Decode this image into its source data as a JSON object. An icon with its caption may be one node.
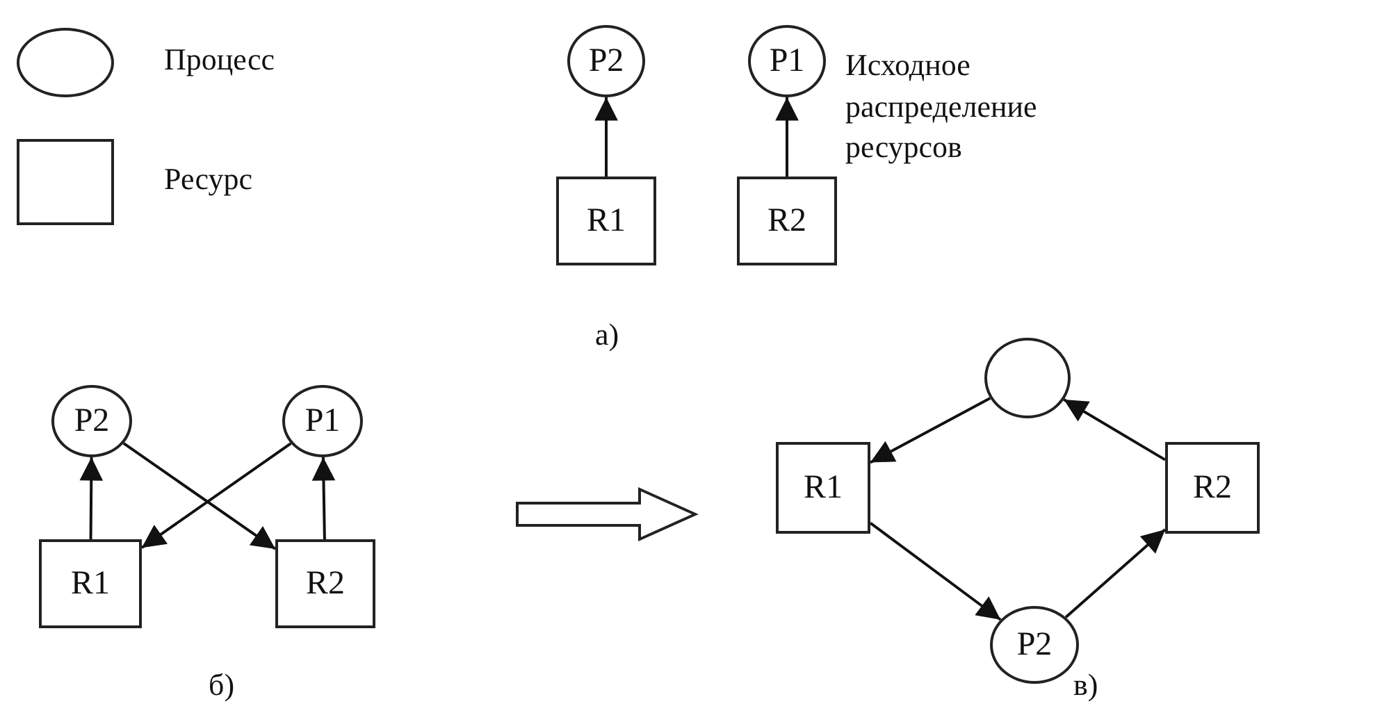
{
  "diagram": {
    "nodes": [
      {
        "text": [
          "P2"
        ]
      },
      {
        "text": [
          "P1"
        ]
      },
      {
        "text": [
          "R1"
        ]
      },
      {
        "text": [
          "R2"
        ]
      },
      {
        "text": [
          "P2"
        ]
      },
      {
        "text": [
          "P1"
        ]
      },
      {
        "text": [
          "R1"
        ]
      },
      {
        "text": [
          "R2"
        ]
      },
      {
        "text": [],
        "shape": "circle"
      },
      {
        "text": [
          "R1"
        ]
      },
      {
        "text": [
          "R2"
        ]
      },
      {
        "text": [
          "P2"
        ]
      }
    ],
    "edges": [
      {
        "from": 2,
        "to": 0,
        "arrow": "to"
      },
      {
        "from": 3,
        "to": 1,
        "arrow": "to"
      },
      {
        "from": 6,
        "to": 4,
        "arrow": "to"
      },
      {
        "from": 7,
        "to": 5,
        "arrow": "to"
      },
      {
        "from": 5,
        "to": 6,
        "arrow": "to"
      },
      {
        "from": 4,
        "to": 7,
        "arrow": "to"
      },
      {
        "from": 8,
        "to": 9,
        "arrow": "to"
      },
      {
        "from": 9,
        "to": 11,
        "arrow": "to"
      },
      {
        "from": 11,
        "to": 10,
        "arrow": "to"
      },
      {
        "from": 10,
        "to": 8,
        "arrow": "to"
      }
    ],
    "labels": [
      "Исходное распределение ресурсов",
      "а)",
      "б)",
      "в)"
    ],
    "legend": [
      {
        "text": "Процесс"
      },
      {
        "text": "Ресурс"
      }
    ]
  }
}
